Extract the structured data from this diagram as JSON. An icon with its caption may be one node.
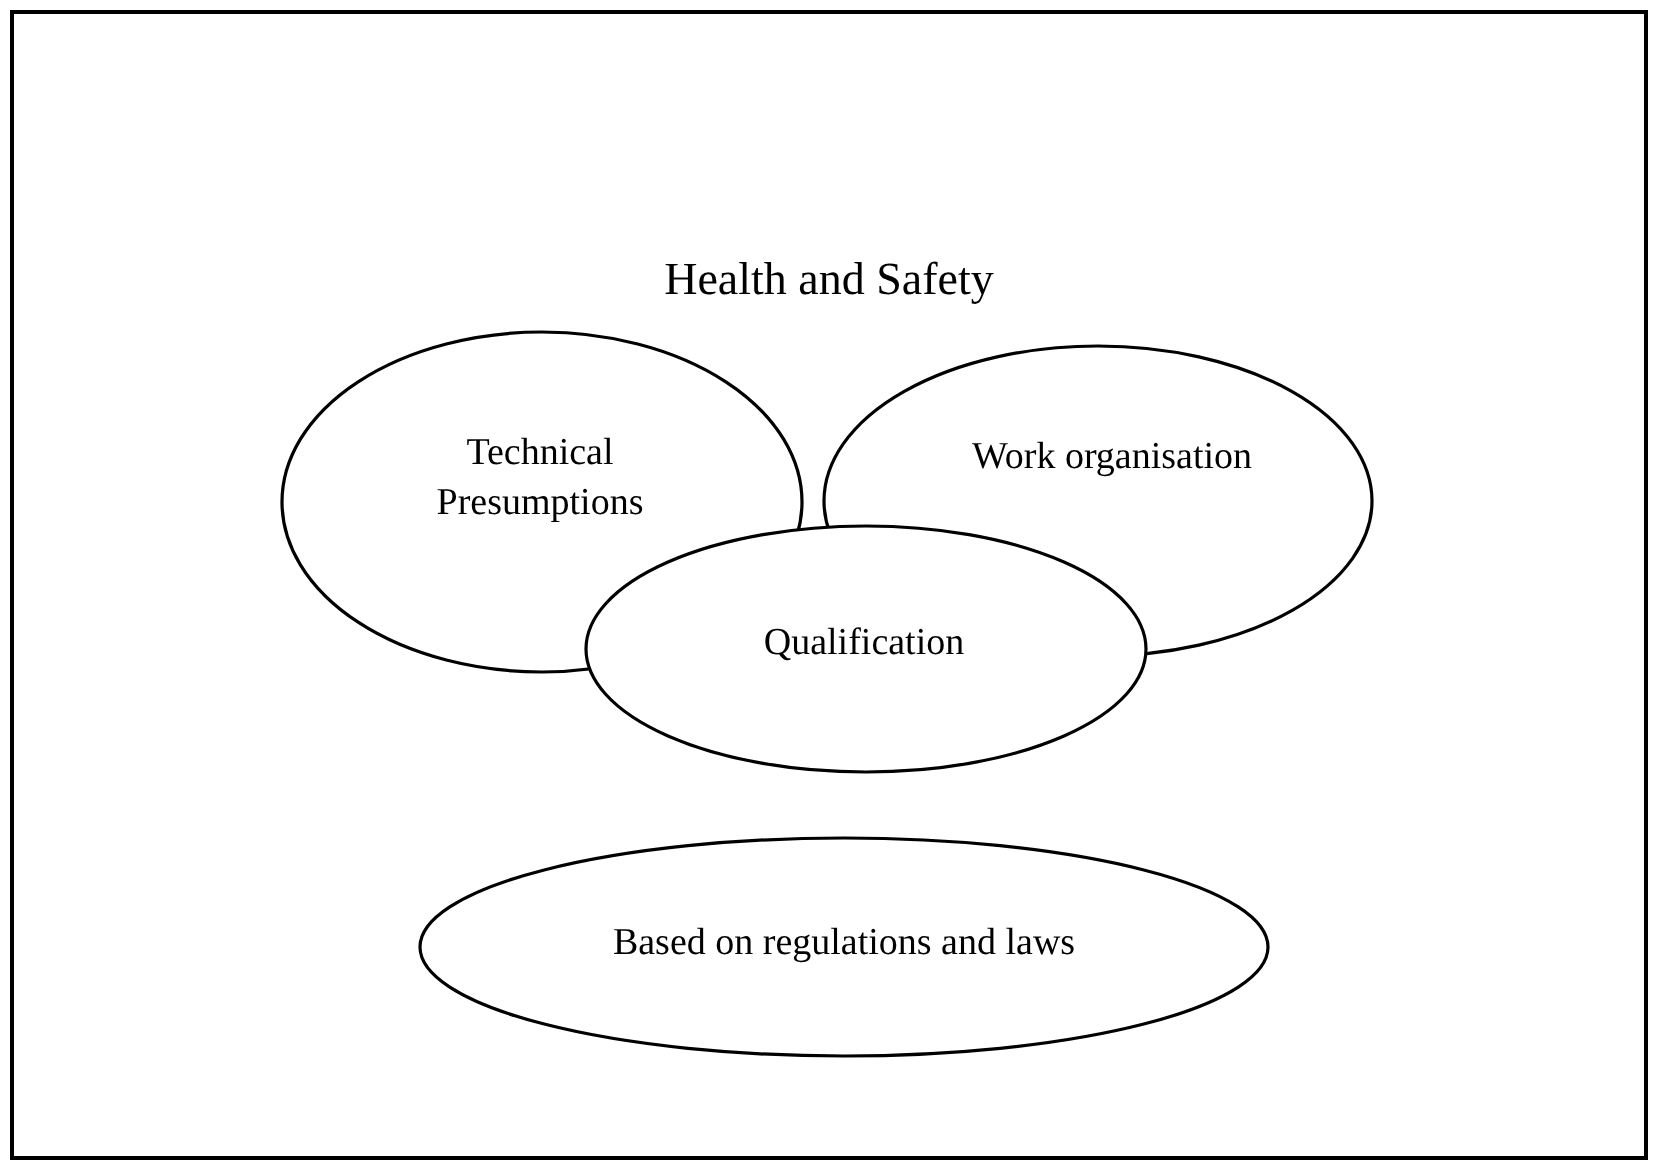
{
  "diagram": {
    "nodes": [
      {
        "text": [
          "Health and Safety"
        ]
      },
      {
        "text": [
          "Technical Presumptions"
        ],
        "in": 0
      },
      {
        "text": [
          "Work organisation"
        ],
        "in": 0
      },
      {
        "text": [
          "Qualification"
        ],
        "in": 0
      },
      {
        "text": [
          "Based on regulations and laws"
        ],
        "in": 0
      }
    ],
    "edges": []
  }
}
